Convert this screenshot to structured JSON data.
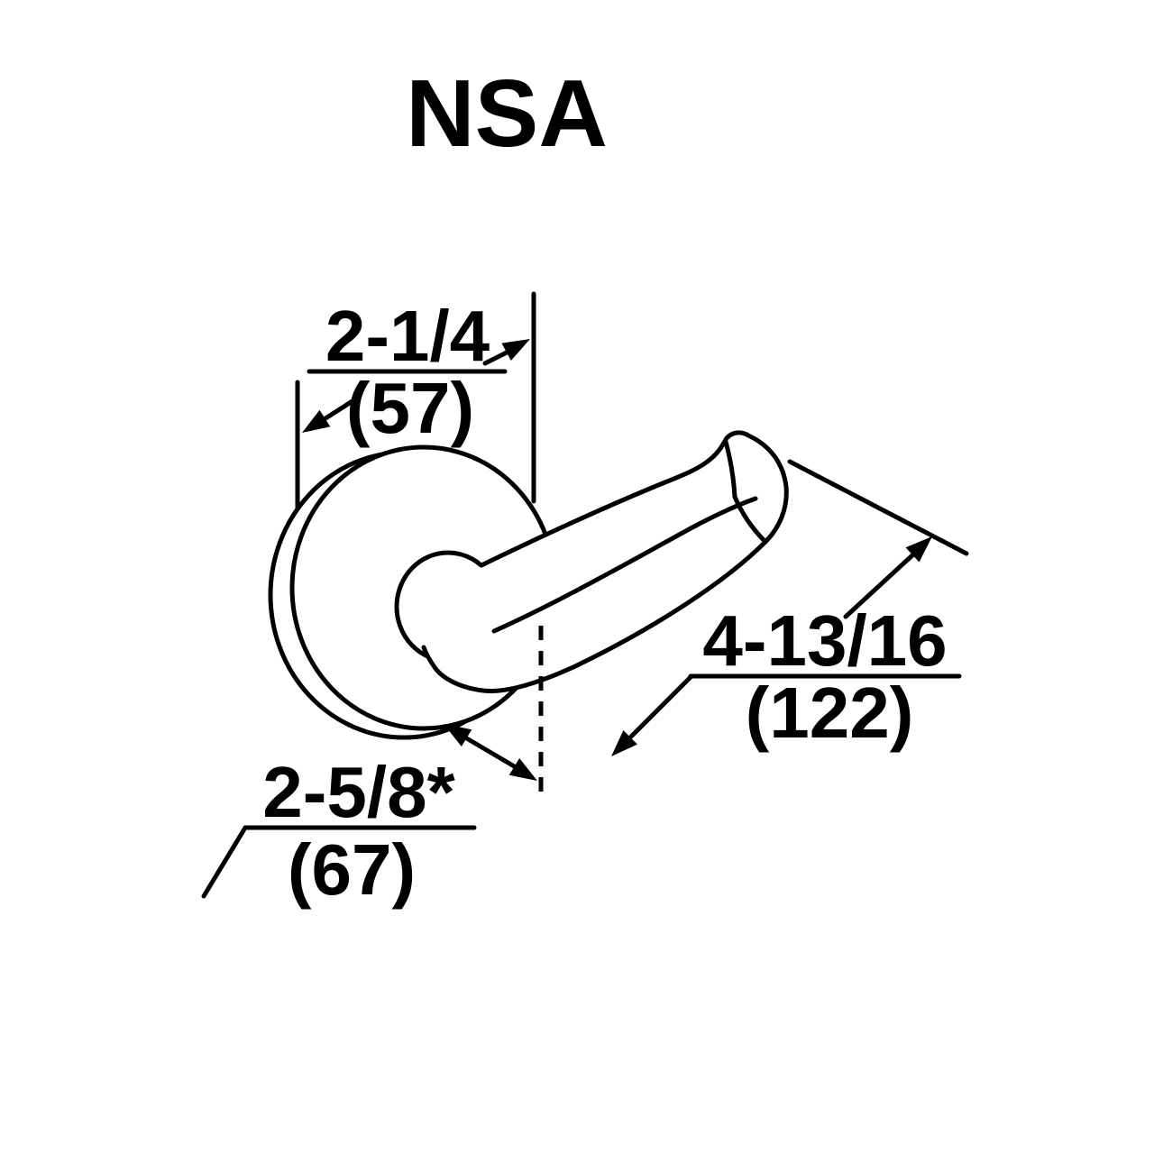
{
  "title": "NSA",
  "colors": {
    "ink": "#000000",
    "paper": "#ffffff"
  },
  "dimensions": {
    "rose_diameter": {
      "inches": "2-1/4",
      "mm": "(57)"
    },
    "lever_length": {
      "inches": "4-13/16",
      "mm": "(122)"
    },
    "projection": {
      "inches": "2-5/8*",
      "mm": "(67)"
    }
  }
}
